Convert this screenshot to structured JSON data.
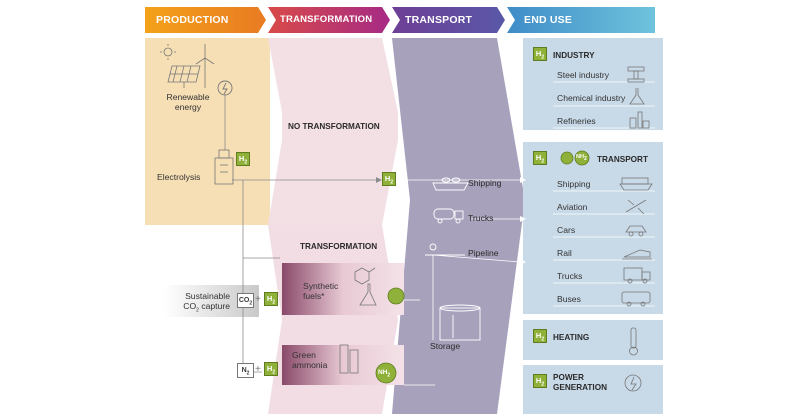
{
  "headers": {
    "production": "PRODUCTION",
    "transformation": "TRANSFORMATION",
    "transport": "TRANSPORT",
    "end_use": "END USE"
  },
  "production": {
    "renewable_line1": "Renewable",
    "renewable_line2": "energy",
    "electrolysis": "Electrolysis",
    "sustainable_line1": "Sustainable",
    "sustainable_line2": "CO",
    "sustainable_line2_rest": "capture",
    "co2": "CO",
    "n2": "N",
    "h2": "H",
    "sub2": "2"
  },
  "transformation": {
    "no_transformation": "NO TRANSFORMATION",
    "transformation": "TRANSFORMATION",
    "synthetic_line1": "Synthetic",
    "synthetic_line2": "fuels*",
    "green_line1": "Green",
    "green_line2": "ammonia",
    "nh3": "NH"
  },
  "transport": {
    "shipping": "Shipping",
    "trucks": "Trucks",
    "pipeline": "Pipeline",
    "storage": "Storage"
  },
  "end_use": {
    "industry": {
      "title": "INDUSTRY",
      "items": [
        "Steel industry",
        "Chemical industry",
        "Refineries"
      ]
    },
    "transport": {
      "title": "TRANSPORT",
      "items": [
        "Shipping",
        "Aviation",
        "Cars",
        "Rail",
        "Trucks",
        "Buses"
      ]
    },
    "heating": {
      "title": "HEATING"
    },
    "power": {
      "title_line1": "POWER",
      "title_line2": "GENERATION"
    }
  },
  "colors": {
    "production": "#f0a21e",
    "transformation": "#b5327a",
    "transport": "#6a4f9b",
    "end_use": "#4aa0cf",
    "h2_green": "#8fb13a",
    "production_bg": "#f6dfb5",
    "transformation_bg": "#f2dde3",
    "transport_bg": "#a9a3bd",
    "end_use_bg": "#c9dae8"
  }
}
